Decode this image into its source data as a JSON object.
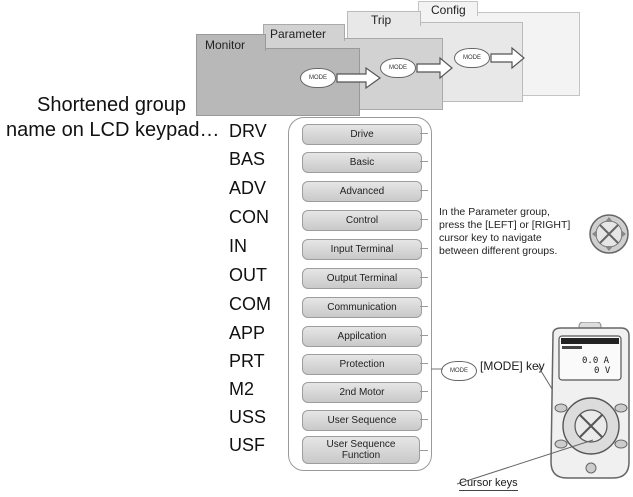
{
  "tabs": [
    {
      "label": "Monitor"
    },
    {
      "label": "Parameter"
    },
    {
      "label": "Trip"
    },
    {
      "label": "Config"
    }
  ],
  "mode_buttons": [
    "MODE",
    "MODE",
    "MODE"
  ],
  "heading": {
    "line1": "Shortened group",
    "line2": "name on LCD keypad…"
  },
  "groups": [
    {
      "code": "DRV",
      "name": "Drive"
    },
    {
      "code": "BAS",
      "name": "Basic"
    },
    {
      "code": "ADV",
      "name": "Advanced"
    },
    {
      "code": "CON",
      "name": "Control"
    },
    {
      "code": "IN",
      "name": "Input Terminal"
    },
    {
      "code": "OUT",
      "name": "Output Terminal"
    },
    {
      "code": "COM",
      "name": "Communication"
    },
    {
      "code": "APP",
      "name": "Appilcation"
    },
    {
      "code": "PRT",
      "name": "Protection"
    },
    {
      "code": "M2",
      "name": "2nd Motor"
    },
    {
      "code": "USS",
      "name": "User Sequence"
    },
    {
      "code": "USF",
      "name": "User Sequence Function"
    }
  ],
  "instruction": {
    "line1": "In the Parameter group,",
    "line2": "press the  [LEFT] or [RIGHT]",
    "line3": "cursor key to navigate",
    "line4": "between different groups."
  },
  "mode_key": {
    "button": "MODE",
    "label": "[MODE] key"
  },
  "cursor_keys_label": "Cursor keys",
  "keypad_display": {
    "line1": "0.0 A",
    "line2": "0 V"
  }
}
